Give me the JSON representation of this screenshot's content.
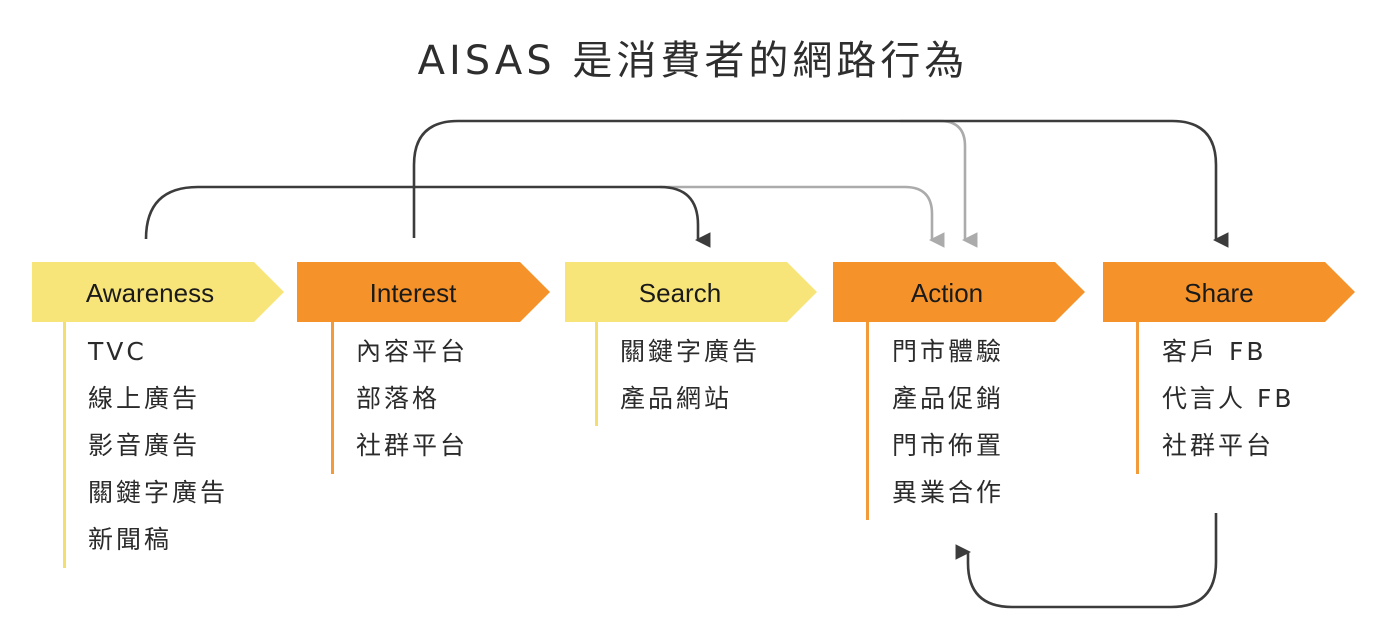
{
  "title": "AISAS 是消費者的網路行為",
  "colors": {
    "yellow": "#f8e57a",
    "orange": "#f5922a",
    "yellow_line": "#f3df6f",
    "orange_line": "#f39b3b",
    "dark_arrow": "#3c3c3c",
    "light_arrow": "#ababab"
  },
  "stages": [
    {
      "label": "Awareness",
      "style": "yellow",
      "items": [
        "TVC",
        "線上廣告",
        "影音廣告",
        "關鍵字廣告",
        "新聞稿"
      ]
    },
    {
      "label": "Interest",
      "style": "orange",
      "items": [
        "內容平台",
        "部落格",
        "社群平台"
      ]
    },
    {
      "label": "Search",
      "style": "yellow",
      "items": [
        "關鍵字廣告",
        "產品網站"
      ]
    },
    {
      "label": "Action",
      "style": "orange",
      "items": [
        "門市體驗",
        "產品促銷",
        "門市佈置",
        "異業合作"
      ]
    },
    {
      "label": "Share",
      "style": "orange",
      "items": [
        "客戶 FB",
        "代言人 FB",
        "社群平台"
      ]
    }
  ]
}
